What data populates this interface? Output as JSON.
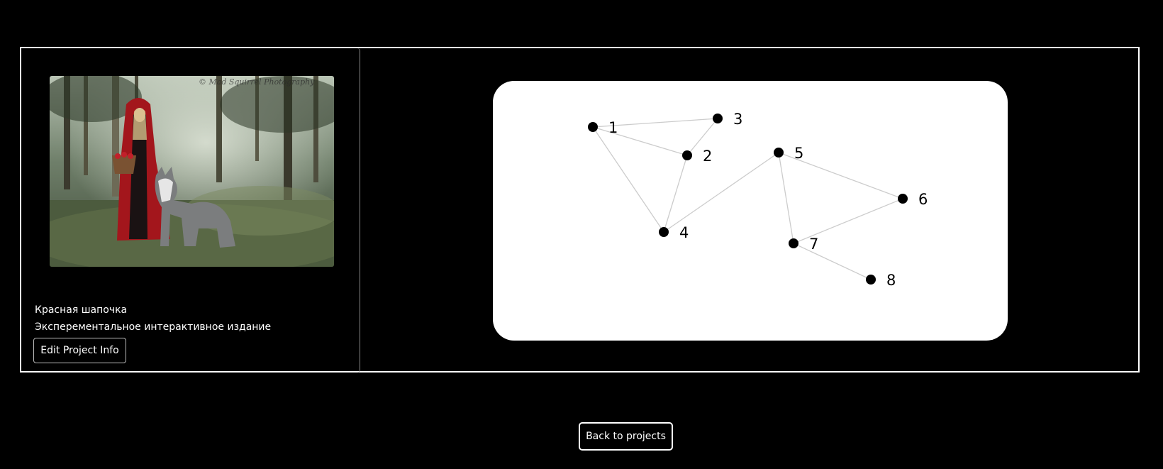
{
  "project": {
    "title": "Красная шапочка",
    "subtitle": "Эксперементальное интерактивное издание",
    "edit_label": "Edit Project Info",
    "cover_watermark": "© Mad Squirrel Photography"
  },
  "graph": {
    "nodes": [
      {
        "id": "1",
        "label": "1"
      },
      {
        "id": "2",
        "label": "2"
      },
      {
        "id": "3",
        "label": "3"
      },
      {
        "id": "4",
        "label": "4"
      },
      {
        "id": "5",
        "label": "5"
      },
      {
        "id": "6",
        "label": "6"
      },
      {
        "id": "7",
        "label": "7"
      },
      {
        "id": "8",
        "label": "8"
      }
    ],
    "edges": [
      [
        "1",
        "3"
      ],
      [
        "1",
        "2"
      ],
      [
        "3",
        "2"
      ],
      [
        "1",
        "4"
      ],
      [
        "2",
        "4"
      ],
      [
        "4",
        "5"
      ],
      [
        "5",
        "6"
      ],
      [
        "5",
        "7"
      ],
      [
        "6",
        "7"
      ],
      [
        "7",
        "8"
      ]
    ],
    "node_color": "#000000",
    "edge_color": "#cccccc"
  },
  "footer": {
    "back_label": "Back to projects"
  }
}
